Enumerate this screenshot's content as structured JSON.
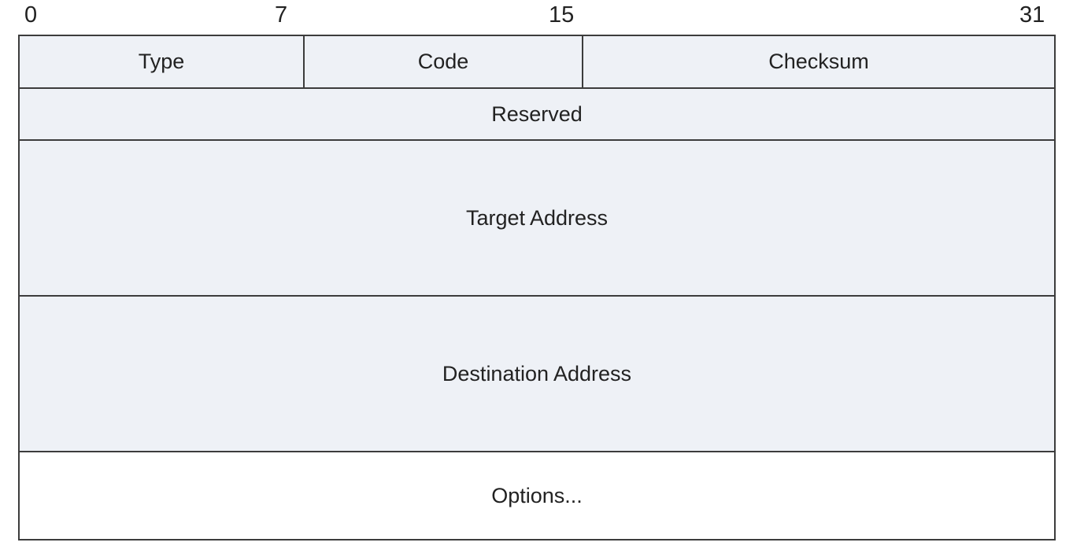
{
  "bit_labels": {
    "b0": "0",
    "b7": "7",
    "b15": "15",
    "b31": "31"
  },
  "fields": {
    "type": "Type",
    "code": "Code",
    "checksum": "Checksum",
    "reserved": "Reserved",
    "target_address": "Target Address",
    "destination_address": "Destination Address",
    "options": "Options..."
  },
  "colors": {
    "field_fill": "#eef1f6",
    "options_fill": "#ffffff",
    "border": "#3c3c3c"
  }
}
